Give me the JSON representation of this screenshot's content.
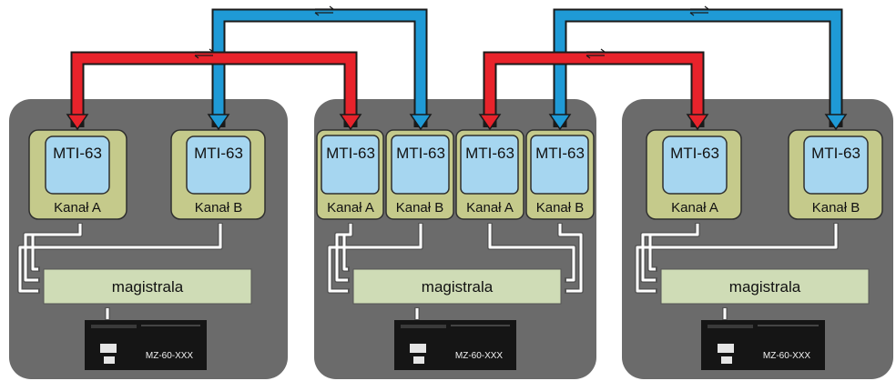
{
  "diagram": {
    "panels": [
      {
        "modules": [
          {
            "device": "MTI-63",
            "channel": "Kanał A"
          },
          {
            "device": "MTI-63",
            "channel": "Kanał B"
          }
        ],
        "bus": "magistrala",
        "controller": "MZ-60-XXX"
      },
      {
        "modules": [
          {
            "device": "MTI-63",
            "channel": "Kanał A"
          },
          {
            "device": "MTI-63",
            "channel": "Kanał B"
          },
          {
            "device": "MTI-63",
            "channel": "Kanał A"
          },
          {
            "device": "MTI-63",
            "channel": "Kanał B"
          }
        ],
        "bus": "magistrala",
        "controller": "MZ-60-XXX"
      },
      {
        "modules": [
          {
            "device": "MTI-63",
            "channel": "Kanał A"
          },
          {
            "device": "MTI-63",
            "channel": "Kanał B"
          }
        ],
        "bus": "magistrala",
        "controller": "MZ-60-XXX"
      }
    ],
    "links": [
      {
        "color": "#e8232b",
        "from": "panel-1 Kanał A",
        "to": "panel-2 Kanał A"
      },
      {
        "color": "#1f9ad6",
        "from": "panel-1 Kanał B",
        "to": "panel-2 Kanał B"
      },
      {
        "color": "#e8232b",
        "from": "panel-2 Kanał A",
        "to": "panel-3 Kanał A"
      },
      {
        "color": "#1f9ad6",
        "from": "panel-2 Kanał B",
        "to": "panel-3 Kanał B"
      }
    ],
    "colors": {
      "panel": "#6b6b6b",
      "module_outer": "#c5ca8b",
      "module_inner": "#a6d6f0",
      "bus": "#cfdcb6",
      "red_link": "#e8232b",
      "blue_link": "#1f9ad6"
    }
  }
}
